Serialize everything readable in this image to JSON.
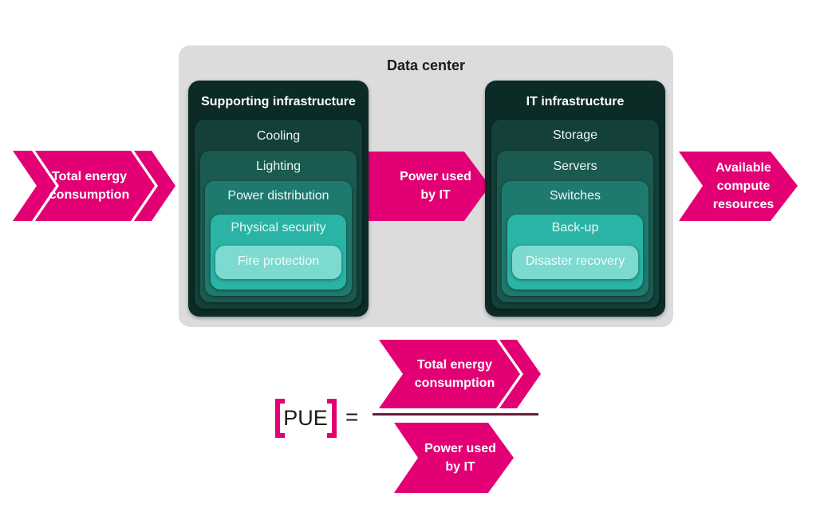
{
  "diagram": {
    "data_center": {
      "title": "Data center"
    },
    "input_arrow": {
      "label": "Total energy consumption"
    },
    "middle_arrow": {
      "label": "Power used by IT"
    },
    "output_arrow": {
      "label": "Available compute resources"
    },
    "supporting_infrastructure": {
      "title": "Supporting infrastructure",
      "layers": [
        "Cooling",
        "Lighting",
        "Power distribution",
        "Physical security",
        "Fire protection"
      ]
    },
    "it_infrastructure": {
      "title": "IT infrastructure",
      "layers": [
        "Storage",
        "Servers",
        "Switches",
        "Back-up",
        "Disaster recovery"
      ]
    }
  },
  "formula": {
    "lhs": "PUE",
    "equals": "=",
    "numerator": "Total energy consumption",
    "denominator": "Power used by IT"
  },
  "colors": {
    "arrow_magenta": "#e20074",
    "panel_dark": "#0c2a26",
    "data_center_bg": "#dcdcdc"
  }
}
